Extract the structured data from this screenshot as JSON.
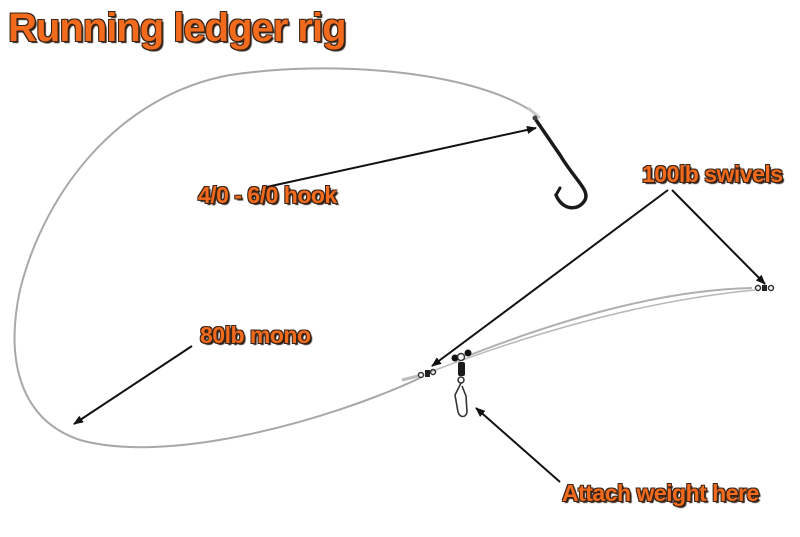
{
  "title": "Running ledger rig",
  "labels": {
    "hook": "4/0 - 6/0 hook",
    "swivels": "100lb swivels",
    "mono": "80lb mono",
    "weight": "Attach weight here"
  },
  "colors": {
    "label_fill": "#f26a1b",
    "label_outline": "#3a2418",
    "line": "#a8a8a8",
    "arrow": "#111111"
  }
}
